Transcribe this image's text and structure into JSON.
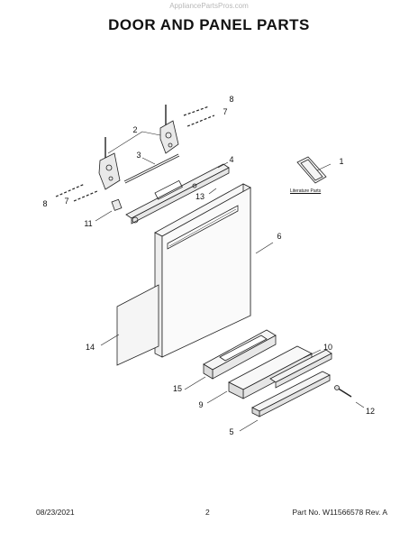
{
  "watermark": "AppliancePartsPros.com",
  "title": "DOOR AND PANEL PARTS",
  "footer": {
    "date": "08/23/2021",
    "page": "2",
    "part_no": "Part No. W11566578  Rev. A"
  },
  "literature_label": "Literature Parts",
  "callouts": {
    "c1": "1",
    "c2": "2",
    "c3": "3",
    "c4": "4",
    "c5": "5",
    "c6": "6",
    "c7a": "7",
    "c7b": "7",
    "c8a": "8",
    "c8b": "8",
    "c9": "9",
    "c10": "10",
    "c11": "11",
    "c12": "12",
    "c13": "13",
    "c14": "14",
    "c15": "15"
  }
}
